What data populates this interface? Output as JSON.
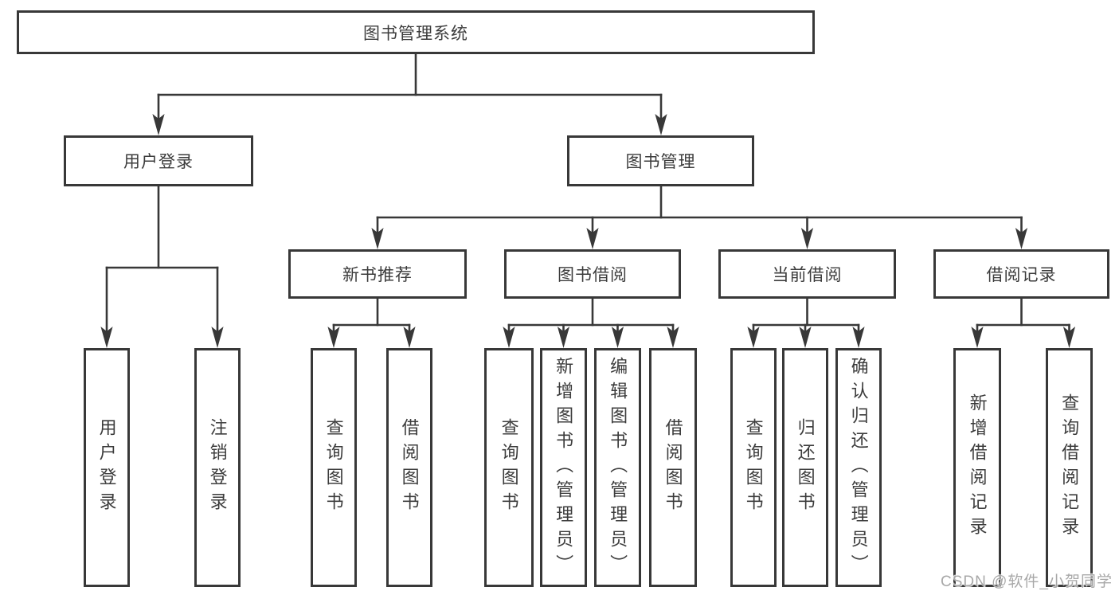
{
  "colors": {
    "line": "#383838",
    "text": "#3c3c3c",
    "watermark": "#a8a8a8",
    "background": "#ffffff"
  },
  "tree": {
    "root": {
      "label": "图书管理系统"
    },
    "branches": [
      {
        "label": "用户登录",
        "children": [
          {
            "label": "用户登录"
          },
          {
            "label": "注销登录"
          }
        ]
      },
      {
        "label": "图书管理",
        "groups": [
          {
            "label": "新书推荐",
            "children": [
              {
                "label": "查询图书"
              },
              {
                "label": "借阅图书"
              }
            ]
          },
          {
            "label": "图书借阅",
            "children": [
              {
                "label": "查询图书"
              },
              {
                "label": "新增图书（管理员）"
              },
              {
                "label": "编辑图书（管理员）"
              },
              {
                "label": "借阅图书"
              }
            ]
          },
          {
            "label": "当前借阅",
            "children": [
              {
                "label": "查询图书"
              },
              {
                "label": "归还图书"
              },
              {
                "label": "确认归还（管理员）"
              }
            ]
          },
          {
            "label": "借阅记录",
            "children": [
              {
                "label": "新增借阅记录"
              },
              {
                "label": "查询借阅记录"
              }
            ]
          }
        ]
      }
    ]
  },
  "watermark": "CSDN @软件_小贺同学"
}
